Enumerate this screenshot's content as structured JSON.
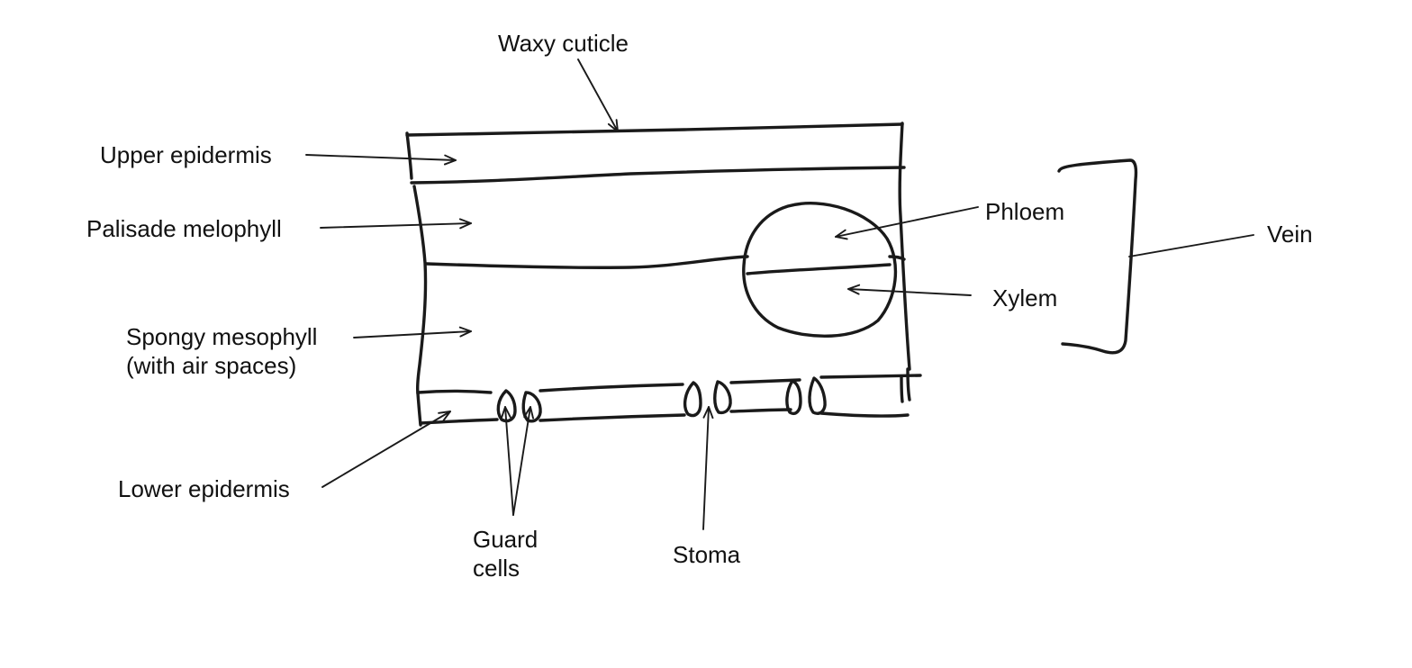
{
  "labels": {
    "waxy_cuticle": "Waxy cuticle",
    "upper_epidermis": "Upper epidermis",
    "palisade": "Palisade melophyll",
    "spongy_line1": "Spongy mesophyll",
    "spongy_line2": "(with air spaces)",
    "lower_epidermis": "Lower epidermis",
    "guard_line1": "Guard",
    "guard_line2": "cells",
    "stoma": "Stoma",
    "phloem": "Phloem",
    "xylem": "Xylem",
    "vein": "Vein"
  },
  "colors": {
    "ink": "#1a1a1a",
    "background": "#ffffff"
  }
}
